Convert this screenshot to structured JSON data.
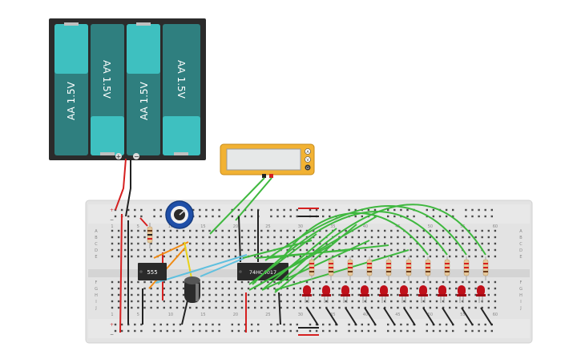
{
  "battery": {
    "cells": [
      "AA 1.5V",
      "AA 1.5V",
      "AA 1.5V",
      "AA 1.5V"
    ],
    "plus": "+",
    "minus": "−"
  },
  "multimeter": {
    "modes": [
      "A",
      "V",
      "Ω"
    ]
  },
  "chips": {
    "timer": "555",
    "counter": "74HC4017"
  },
  "breadboard": {
    "row_letters_top": [
      "A",
      "B",
      "C",
      "D",
      "E"
    ],
    "row_letters_bottom": [
      "F",
      "G",
      "H",
      "I",
      "J"
    ],
    "col_numbers": [
      "1",
      "5",
      "10",
      "15",
      "20",
      "25",
      "30",
      "35",
      "40",
      "45",
      "50",
      "55",
      "60"
    ],
    "rail_symbols": [
      "+",
      "−"
    ]
  },
  "colors": {
    "battery_cell": "#3aa6a6",
    "breadboard": "#e4e4e4",
    "wire_green": "#3fb83f",
    "wire_red": "#d62020",
    "wire_black": "#222222",
    "led_red": "#c0101a",
    "multimeter": "#f2b233"
  }
}
